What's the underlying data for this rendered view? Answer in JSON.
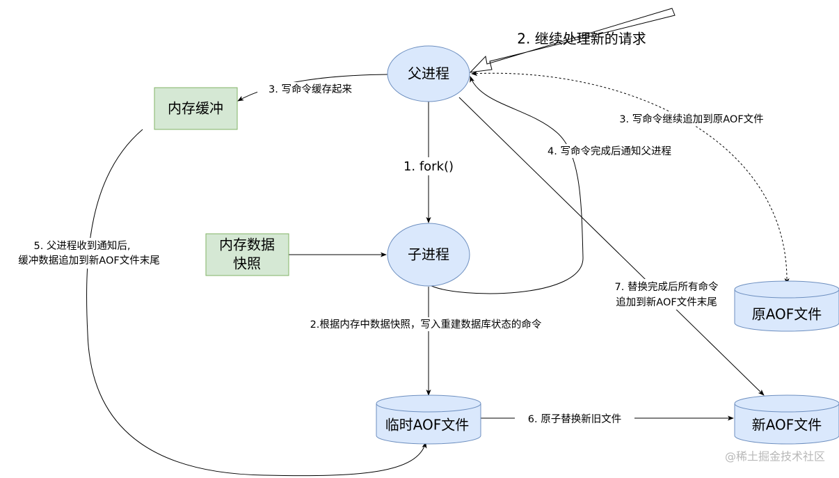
{
  "nodes": {
    "parent_process": "父进程",
    "child_process": "子进程",
    "memory_buffer": "内存缓冲",
    "snapshot_line1": "内存数据",
    "snapshot_line2": "快照",
    "old_aof": "原AOF文件",
    "temp_aof": "临时AOF文件",
    "new_aof": "新AOF文件"
  },
  "edges": {
    "fork": "1. fork()",
    "continue_requests": "2. 继续处理新的请求",
    "write_buffer": "3. 写命令缓存起来",
    "append_old_aof": "3. 写命令继续追加到原AOF文件",
    "notify_parent": "4. 写命令完成后通知父进程",
    "write_snapshot": "2.根据内存中数据快照，写入重建数据库状态的命令",
    "parent_append_line1": "5. 父进程收到通知后,",
    "parent_append_line2": "缓冲数据追加到新AOF文件末尾",
    "atomic_replace": "6. 原子替换新旧文件",
    "after_replace_line1": "7. 替换完成后所有命令",
    "after_replace_line2": "追加到新AOF文件末尾"
  },
  "watermark": "@稀土掘金技术社区",
  "colors": {
    "process_fill": "#dae8fc",
    "process_stroke": "#6c8ebf",
    "buffer_fill": "#d5e8d4",
    "buffer_stroke": "#82b366",
    "line": "#000000",
    "watermark": "#b8b8b8"
  }
}
